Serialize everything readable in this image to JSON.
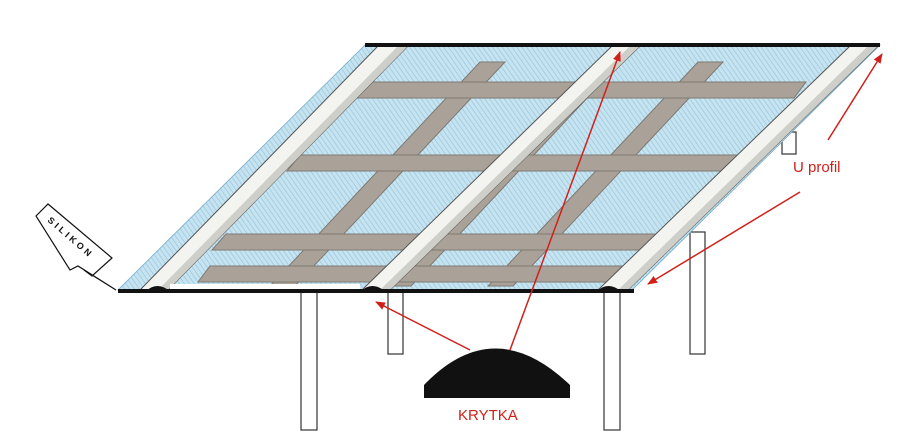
{
  "labels": {
    "silikon": "SILIKON",
    "u_profil": "U profil",
    "krytka": "KRYTKA"
  },
  "colors": {
    "glass": "#a9d4e8",
    "beam": "#a69586",
    "beam_stroke": "#6f6357",
    "arrow": "#d0201a",
    "frame": "#111111"
  }
}
